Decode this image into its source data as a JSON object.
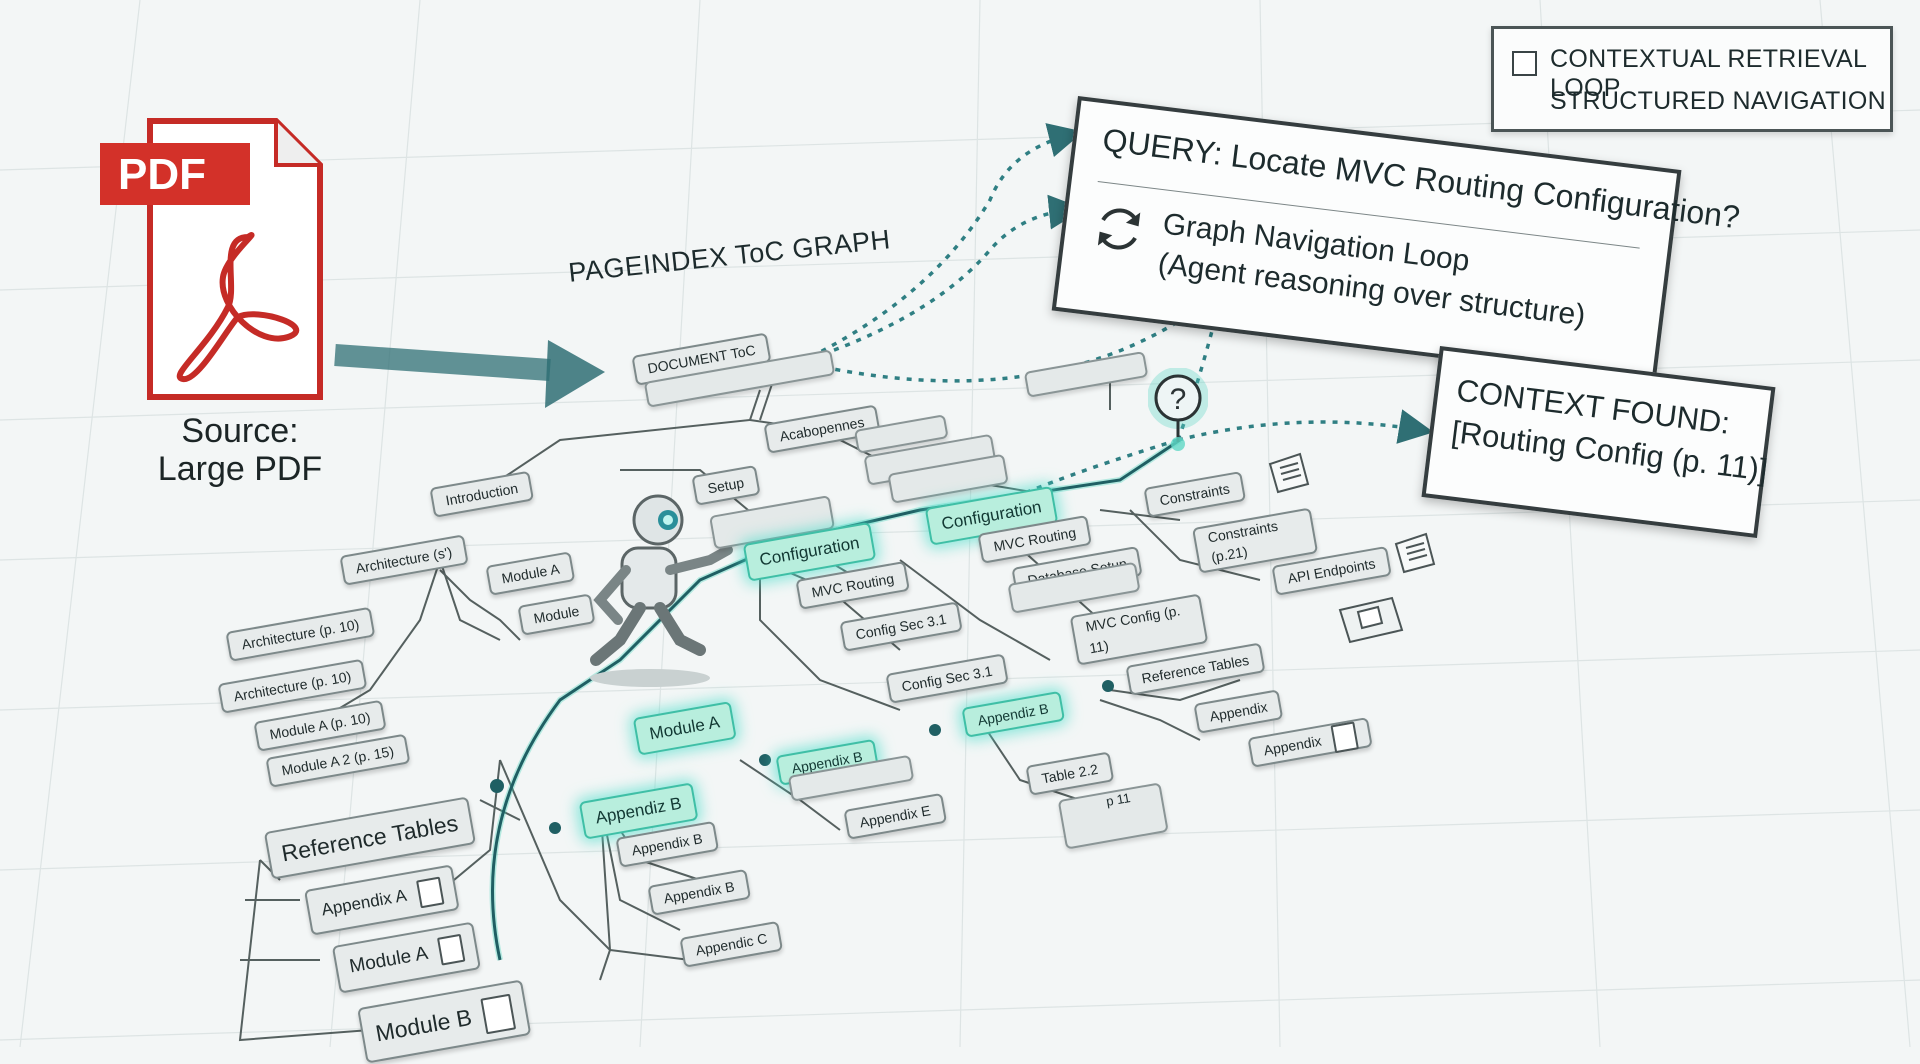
{
  "legend": {
    "line1": "CONTEXTUAL RETRIEVAL LOOP",
    "line2": "STRUCTURED NAVIGATION"
  },
  "pdf": {
    "label": "PDF",
    "caption_line1": "Source:",
    "caption_line2": "Large PDF"
  },
  "graph_title": "PAGEINDEX ToC GRAPH",
  "query": {
    "text": "QUERY: Locate MVC Routing Configuration?",
    "loop_title": "Graph Navigation Loop",
    "loop_subtitle": "(Agent reasoning over structure)"
  },
  "context": {
    "line1": "CONTEXT FOUND:",
    "line2": "[Routing Config (p. 11)]"
  },
  "question_mark": "?",
  "nodes": {
    "document_toc": "DOCUMENT ToC",
    "acabopennes": "Acabopennes",
    "introduction": "Introduction",
    "setup": "Setup",
    "architecture_s": "Architecture (s')",
    "module_a_top": "Module A",
    "module_top": "Module",
    "configuration_left": "Configuration",
    "configuration_right": "Configuration",
    "constraints": "Constraints",
    "constraints_p21": "Constraints (p.21)",
    "mvc_routing_left": "MVC Routing",
    "mvc_routing_mid": "MVC Routing",
    "database_setup": "Database Setup",
    "api_endpoints": "API Endpoints",
    "config_sec_a": "Config Sec 3.1",
    "config_sec_b": "Config Sec 3.1",
    "mvc_config": "MVC Config (p. 11)",
    "architecture_p10_a": "Architecture (p. 10)",
    "architecture_p10_b": "Architecture (p. 10)",
    "module_a_p10": "Module A (p. 10)",
    "module_a2_p15": "Module A 2 (p. 15)",
    "module_a_mid": "Module A",
    "appendiz_b_right": "Appendiz B",
    "reference_tables_right": "Reference Tables",
    "appendix_b_mid": "Appendix B",
    "appendix_right_a": "Appendix",
    "appendix_right_b": "Appendix",
    "table_2_2": "Table 2.2",
    "reference_tables_left": "Reference Tables",
    "appendiz_b_left": "Appendiz B",
    "appendix_e": "Appendix E",
    "appendix_b_l1": "Appendix B",
    "appendix_b_l2": "Appendix B",
    "appendix_c": "Appendic C",
    "appendix_a": "Appendix A",
    "module_a_bottom": "Module A",
    "module_b": "Module B",
    "doc_p11": "p 11"
  },
  "colors": {
    "highlight": "#3fd0b8",
    "arrow": "#2f6f74",
    "panel_border": "#353d3f"
  }
}
